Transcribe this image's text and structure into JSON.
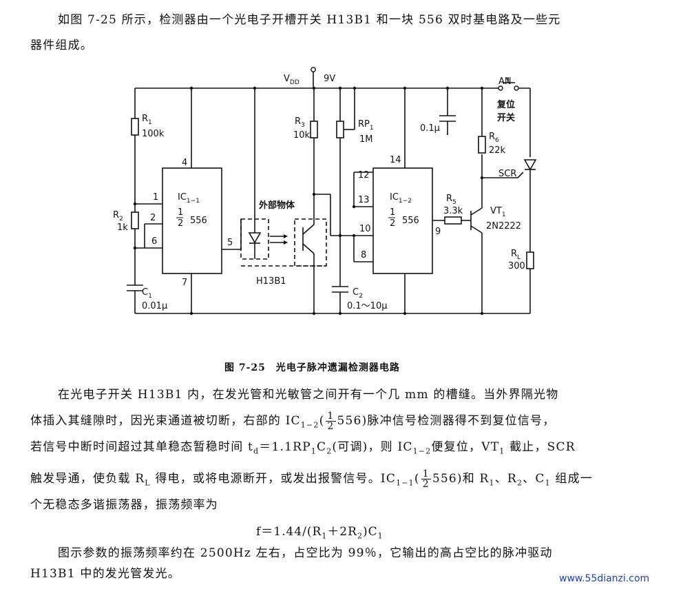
{
  "intro": {
    "line1": "如图 7-25 所示，检测器由一个光电子开槽开关 H13B1 和一块 556 双时基电路及一些元",
    "line2": "器件组成。"
  },
  "circuit": {
    "vdd": "V",
    "vdd_sub": "DD",
    "voltage": "9V",
    "an": "AN",
    "reset1": "复位",
    "reset2": "开关",
    "r1": "R",
    "r1_sub": "1",
    "r1_val": "100k",
    "r2": "R",
    "r2_sub": "2",
    "r2_val": "1k",
    "r3": "R",
    "r3_sub": "3",
    "r3_val": "10k",
    "rp1": "RP",
    "rp1_sub": "1",
    "rp1_val": "1M",
    "cap_top": "0.1μ",
    "r6": "R",
    "r6_sub": "6",
    "r6_val": "22k",
    "scr": "SCR",
    "ic11": "IC",
    "ic11_sub": "1−1",
    "ic12": "IC",
    "ic12_sub": "1−2",
    "half_num": "1",
    "half_den": "2",
    "chip": "556",
    "obj": "外部物体",
    "h13b1": "H13B1",
    "r5": "R",
    "r5_sub": "5",
    "r5_val": "3.3k",
    "vt1": "VT",
    "vt1_sub": "1",
    "vt1_val": "2N2222",
    "rl": "R",
    "rl_sub": "L",
    "rl_val": "300",
    "c1": "C",
    "c1_sub": "1",
    "c1_val": "0.01μ",
    "c2": "C",
    "c2_sub": "2",
    "c2_val": "0.1～10μ",
    "pins": {
      "p1": "1",
      "p2": "2",
      "p4": "4",
      "p5": "5",
      "p6": "6",
      "p7": "7",
      "p8": "8",
      "p9": "9",
      "p10": "10",
      "p12": "12",
      "p13": "13",
      "p14": "14"
    }
  },
  "caption": "图 7-25　光电子脉冲遗漏检测器电路",
  "body": {
    "l1": "在光电子开关 H13B1 内，在发光管和光敏管之间开有一个几 mm 的槽缝。当外界隔光物",
    "l2a": "体插入其缝隙时，因光束通道被切断，右部的 IC",
    "l2_sub": "1−2",
    "l2b": "(",
    "l2c": "556)脉冲信号检测器得不到复位信号，",
    "l3a": "若信号中断时间超过其单稳态暂稳时间 t",
    "l3_sub1": "d",
    "l3b": "＝1.1RP",
    "l3_sub2": "1",
    "l3c": "C",
    "l3_sub3": "2",
    "l3d": "(可调)，则 IC",
    "l3_sub4": "1−2",
    "l3e": "便复位，VT",
    "l3_sub5": "1",
    "l3f": " 截止，SCR",
    "l4a": "触发导通，使负载 R",
    "l4_sub": "L",
    "l4b": " 得电，或将电源断开，或发出报警信号。IC",
    "l4_sub2": "1−1",
    "l4c": "(",
    "l4d": "556)和 R",
    "l4_sub3": "1",
    "l4e": "、R",
    "l4_sub4": "2",
    "l4f": "、C",
    "l4_sub5": "1",
    "l4g": " 组成一",
    "l5": "个无稳态多谐振荡器，振荡频率为",
    "formula_a": "f＝1.44/(R",
    "formula_sub1": "1",
    "formula_b": "＋2R",
    "formula_sub2": "2",
    "formula_c": ")C",
    "formula_sub3": "1",
    "l6": "图示参数的振荡频率约在 2500Hz 左右，占空比为 99％，它输出的高占空比的脉冲驱动",
    "l7": "H13B1 中的发光管发光。"
  },
  "watermark": "www.55dianzi.com"
}
